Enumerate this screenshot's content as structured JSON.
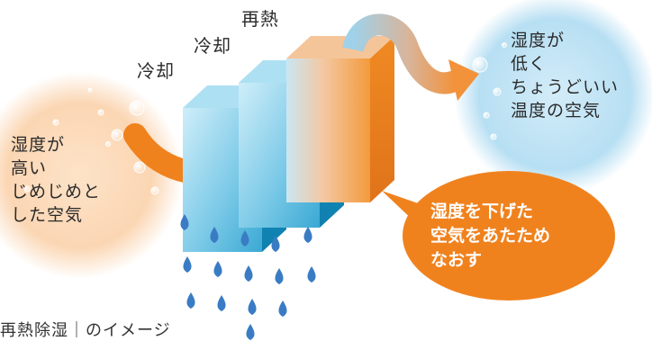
{
  "stages": {
    "cool_1": "冷却",
    "cool_2": "冷却",
    "reheat": "再熱"
  },
  "humid_air": "湿度が\n高い\nじめじめと\nした空気",
  "comfortable_air": "湿度が\n低く\nちょうどいい\n温度の空気",
  "callout": "湿度を下げた\n空気をあたため\nなおす",
  "caption": "再熱除湿｜のイメージ",
  "colors": {
    "humid_cloud": "#fbd9b8",
    "dry_cloud": "#bfe3f5",
    "arrow_orange": "#f0821e",
    "cooling_panel": "#48b8dc",
    "reheat_panel": "#f39a3c",
    "water_drop": "#3a7cc4"
  }
}
